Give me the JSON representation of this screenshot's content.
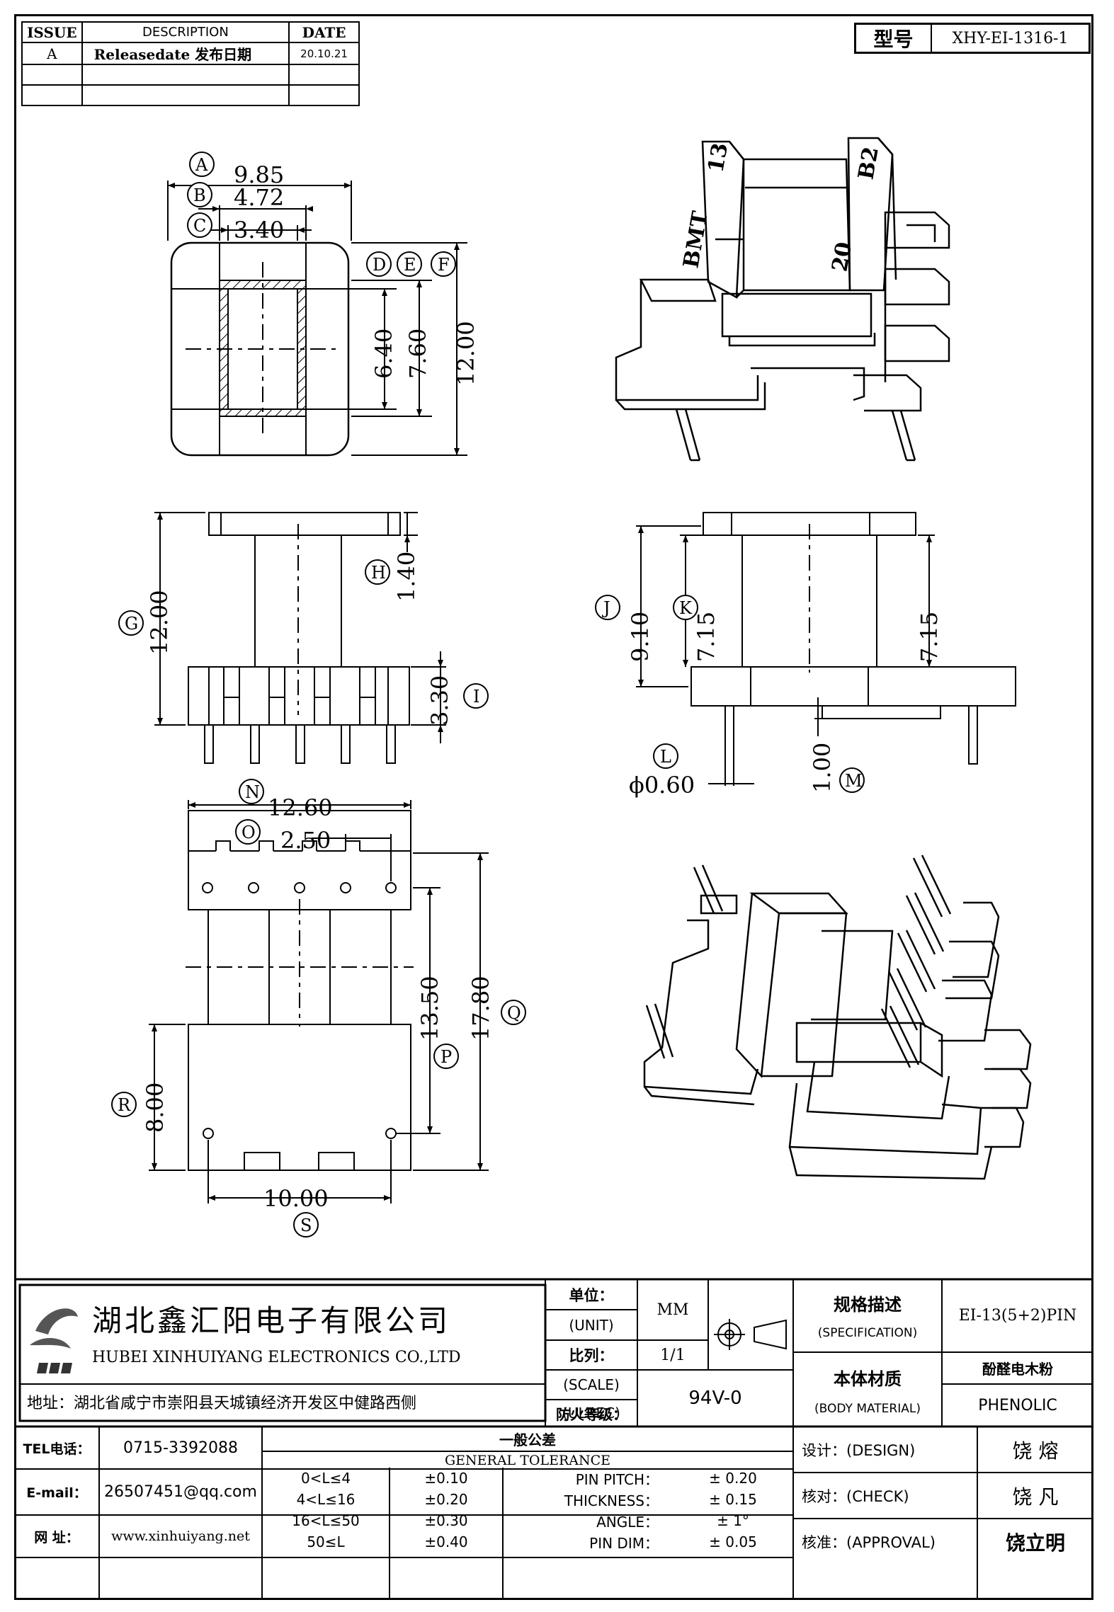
{
  "revision_table": {
    "headers": [
      "ISSUE",
      "DESCRIPTION",
      "DATE"
    ],
    "rows": [
      {
        "issue": "A",
        "description": "Releasedate 发布日期",
        "date": "20.10.21"
      },
      {
        "issue": "",
        "description": "",
        "date": ""
      },
      {
        "issue": "",
        "description": "",
        "date": ""
      }
    ]
  },
  "model": {
    "label": "型号",
    "value": "XHY-EI-1316-1"
  },
  "top_view": {
    "dim_A": "9.85",
    "dim_B": "4.72",
    "dim_C": "3.40",
    "dim_D": "6.40",
    "dim_E": "7.60",
    "dim_F": "12.00",
    "tags": [
      "A",
      "B",
      "C",
      "D",
      "E",
      "F"
    ]
  },
  "front_view": {
    "dim_G": "12.00",
    "dim_H": "1.40",
    "dim_I": "3.30",
    "tags": [
      "G",
      "H",
      "I"
    ]
  },
  "side_view": {
    "dim_J": "9.10",
    "dim_K": "7.15",
    "dim_K2": "7.15",
    "dim_L": "ϕ0.60",
    "dim_M": "1.00",
    "tags": [
      "J",
      "K",
      "L",
      "M"
    ]
  },
  "bottom_view": {
    "dim_N": "12.60",
    "dim_O": "2.50",
    "dim_P": "13.50",
    "dim_Q": "17.80",
    "dim_R": "8.00",
    "dim_S": "10.00",
    "tags": [
      "N",
      "O",
      "P",
      "Q",
      "R",
      "S"
    ]
  },
  "iso_marks": {
    "t1": "BMT",
    "t2": "13",
    "t3": "B2",
    "t4": "20"
  },
  "company": {
    "name_cn": "湖北鑫汇阳电子有限公司",
    "name_en": "HUBEI XINHUIYANG ELECTRONICS CO.,LTD",
    "address": "地址：湖北省咸宁市崇阳县天城镇经济开发区中健路西侧",
    "tel_label": "TEL电话：",
    "tel": "0715-3392088",
    "email_label": "E-mail：",
    "email": "26507451@qq.com",
    "web_label": "网  址：",
    "web": "www.xinhuiyang.net"
  },
  "title_block": {
    "unit_cn": "单位：",
    "unit_en": "(UNIT)",
    "unit_value": "MM",
    "scale_cn": "比列：",
    "scale_en": "(SCALE)",
    "scale_value": "1/1",
    "fire_cn": "防火等级：",
    "fire_en": "(ULREC)",
    "fire_value": "94V-0",
    "spec_cn": "规格描述",
    "spec_en": "(SPECIFICATION)",
    "spec_value": "EI-13(5+2)PIN",
    "material_cn": "本体材质",
    "material_en": "(BODY MATERIAL)",
    "material_value_cn": "酚醛电木粉",
    "material_value_en": "PHENOLIC",
    "design_label": "设计：(DESIGN)",
    "design_name": "饶  熔",
    "check_label": "核对：(CHECK)",
    "check_name": "饶  凡",
    "approval_label": "核准：(APPROVAL)",
    "approval_name": "饶立明"
  },
  "tolerance": {
    "title_cn": "一般公差",
    "title_en": "GENERAL TOLERANCE",
    "ranges": [
      {
        "range": "0<L≤4",
        "tol": "±0.10"
      },
      {
        "range": "4<L≤16",
        "tol": "±0.20"
      },
      {
        "range": "16<L≤50",
        "tol": "±0.30"
      },
      {
        "range": "50≤L",
        "tol": "±0.40"
      }
    ],
    "specs": [
      {
        "name": "PIN PITCH：",
        "value": "± 0.20"
      },
      {
        "name": "THICKNESS：",
        "value": "± 0.15"
      },
      {
        "name": "ANGLE：",
        "value": "± 1°"
      },
      {
        "name": "PIN DIM：",
        "value": "± 0.05"
      }
    ]
  }
}
